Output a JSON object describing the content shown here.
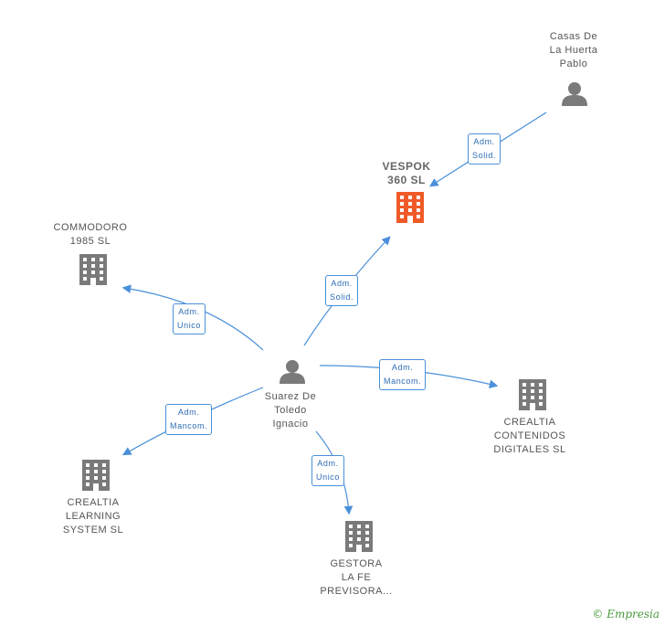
{
  "nodes": {
    "casas": {
      "label": "Casas De\nLa Huerta\nPablo",
      "icon": "person-icon"
    },
    "vespok": {
      "label": "VESPOK\n360  SL",
      "icon": "building-icon",
      "highlight": "#f05a28"
    },
    "commodoro": {
      "label": "COMMODORO\n1985  SL",
      "icon": "building-icon"
    },
    "suarez": {
      "label": "Suarez De\nToledo\nIgnacio",
      "icon": "person-icon"
    },
    "crealtia_cont": {
      "label": "CREALTIA\nCONTENIDOS\nDIGITALES  SL",
      "icon": "building-icon"
    },
    "crealtia_learn": {
      "label": "CREALTIA\nLEARNING\nSYSTEM  SL",
      "icon": "building-icon"
    },
    "gestora": {
      "label": "GESTORA\nLA FE\nPREVISORA...",
      "icon": "building-icon"
    }
  },
  "edges": {
    "casas_vespok": "Adm.\nSolid.",
    "suarez_vespok": "Adm.\nSolid.",
    "suarez_commodoro": "Adm.\nUnico",
    "suarez_crealtia_cont": "Adm.\nMancom.",
    "suarez_crealtia_learn": "Adm.\nMancom.",
    "suarez_gestora": "Adm.\nUnico"
  },
  "colors": {
    "edge": "#4a90d9",
    "icon": "#7a7a7a",
    "highlight": "#f05a28"
  },
  "footer": {
    "copyright": "©",
    "brand": "Empresia"
  }
}
